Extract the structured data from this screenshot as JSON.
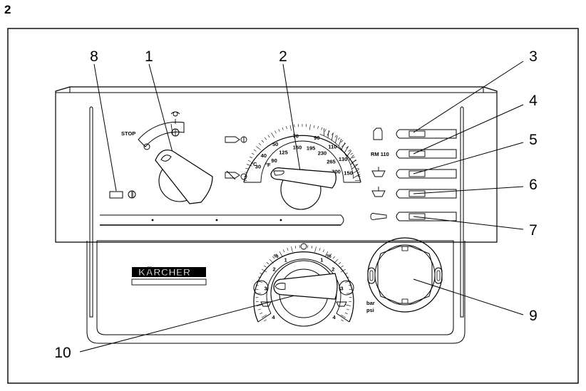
{
  "figure_number": "2",
  "callouts": [
    "1",
    "2",
    "3",
    "4",
    "5",
    "6",
    "7",
    "8",
    "9",
    "10"
  ],
  "labels": {
    "stop": "STOP",
    "rm110": "RM 110",
    "celsius": "°C",
    "fahrenheit": "°F",
    "bar": "bar",
    "psi": "psi",
    "brand": "KÄRCHER"
  },
  "temperature_dial": {
    "celsius_ticks": [
      "30",
      "40",
      "50",
      "70",
      "90",
      "110",
      "130",
      "150"
    ],
    "fahrenheit_ticks": [
      "90",
      "125",
      "160",
      "195",
      "230",
      "265",
      "300"
    ]
  },
  "detergent_dial": {
    "left_ticks": [
      "1",
      "2",
      "3",
      "4"
    ],
    "right_ticks": [
      "1",
      "2",
      "3",
      "4"
    ],
    "percent_symbol": "%"
  }
}
